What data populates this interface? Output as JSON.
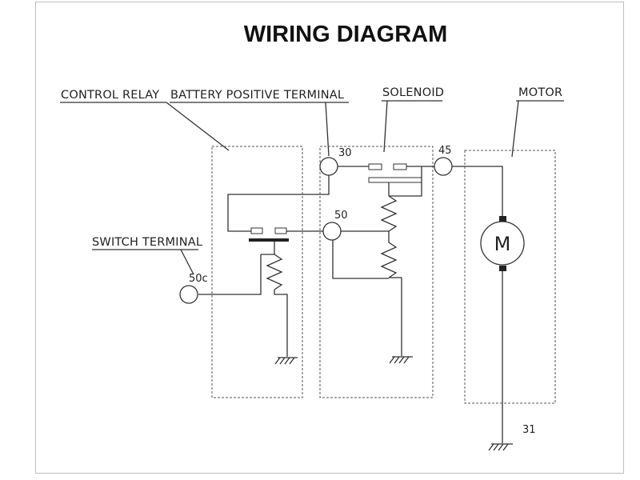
{
  "title": "WIRING DIAGRAM",
  "labels": {
    "control_relay": "CONTROL RELAY",
    "battery_positive_terminal": "BATTERY POSITIVE TERMINAL",
    "solenoid": "SOLENOID",
    "motor": "MOTOR",
    "switch_terminal": "SWITCH TERMINAL"
  },
  "terminals": {
    "t30": "30",
    "t45": "45",
    "t50": "50",
    "t50c": "50c",
    "t31": "31"
  },
  "motor_symbol": "M"
}
